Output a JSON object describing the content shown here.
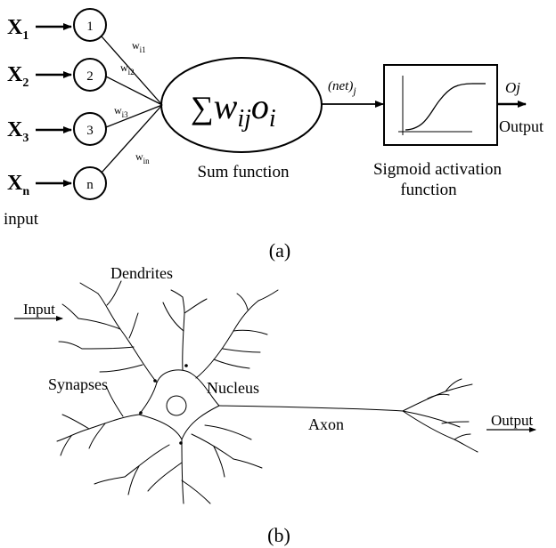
{
  "panel_a": {
    "inputs": [
      {
        "var": "X",
        "sub": "1",
        "node": "1",
        "weight_base": "w",
        "weight_sub": "i1"
      },
      {
        "var": "X",
        "sub": "2",
        "node": "2",
        "weight_base": "w",
        "weight_sub": "i2"
      },
      {
        "var": "X",
        "sub": "3",
        "node": "3",
        "weight_base": "w",
        "weight_sub": "i3"
      },
      {
        "var": "X",
        "sub": "n",
        "node": "n",
        "weight_base": "w",
        "weight_sub": "in"
      }
    ],
    "input_label": "input",
    "sum_symbol": "∑",
    "sum_w": "w",
    "sum_w_sub": "ij",
    "sum_o": "o",
    "sum_o_sub": "i",
    "sum_label": "Sum function",
    "net_label": "(net)",
    "net_sub": "j",
    "activation_label_line1": "Sigmoid activation",
    "activation_label_line2": "function",
    "oj_label": "Oj",
    "output_label": "Output",
    "caption": "(a)"
  },
  "panel_b": {
    "dendrites_label": "Dendrites",
    "input_label": "Input",
    "synapses_label": "Synapses",
    "nucleus_label": "Nucleus",
    "axon_label": "Axon",
    "output_label": "Output",
    "caption": "(b)"
  }
}
